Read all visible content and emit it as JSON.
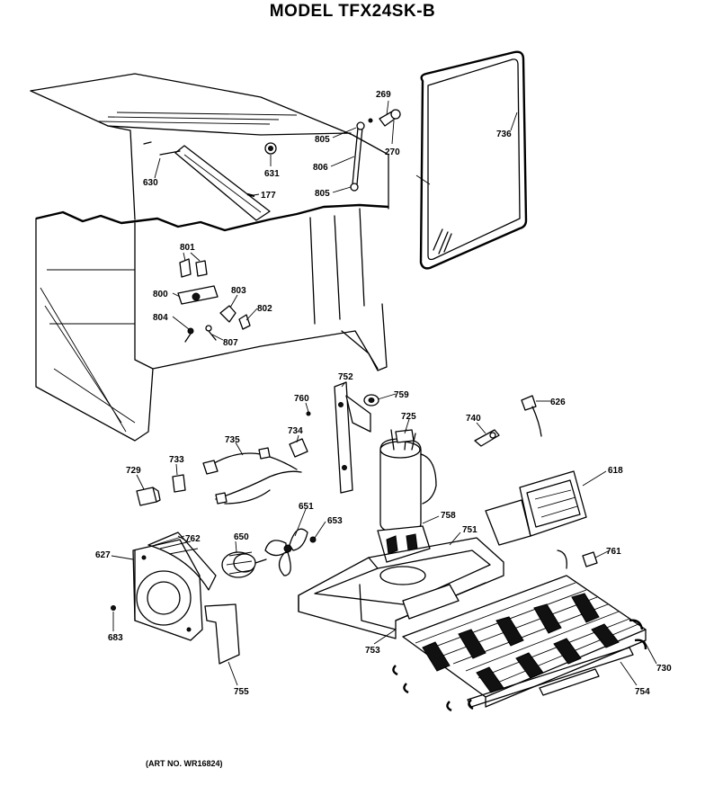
{
  "title": "MODEL TFX24SK-B",
  "art_number": "(ART NO. WR16824)",
  "part_numbers": {
    "p269": "269",
    "p270": "270",
    "p736": "736",
    "p805a": "805",
    "p806": "806",
    "p805b": "805",
    "p631": "631",
    "p630": "630",
    "p177": "177",
    "p801": "801",
    "p803": "803",
    "p800": "800",
    "p802": "802",
    "p804": "804",
    "p807": "807",
    "p752": "752",
    "p760": "760",
    "p759": "759",
    "p626": "626",
    "p725": "725",
    "p740": "740",
    "p734": "734",
    "p735": "735",
    "p733": "733",
    "p729": "729",
    "p618": "618",
    "p651": "651",
    "p653": "653",
    "p758": "758",
    "p751": "751",
    "p627": "627",
    "p762": "762",
    "p650": "650",
    "p761": "761",
    "p683": "683",
    "p753": "753",
    "p730": "730",
    "p755": "755",
    "p754": "754"
  }
}
